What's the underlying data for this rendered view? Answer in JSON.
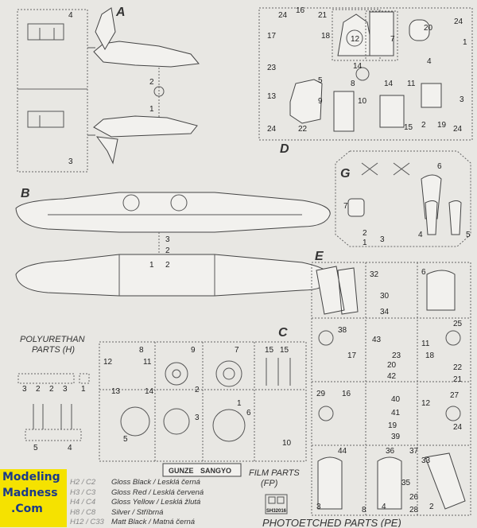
{
  "sprues": {
    "A": {
      "label": "A",
      "numbers": [
        "4",
        "3",
        "2",
        "1"
      ]
    },
    "B": {
      "label": "B",
      "numbers": [
        "3",
        "2",
        "1",
        "2"
      ]
    },
    "C": {
      "label": "C",
      "numbers": [
        "8",
        "9",
        "7",
        "15",
        "15",
        "12",
        "11",
        "13",
        "14",
        "2",
        "3",
        "5",
        "1",
        "6",
        "10"
      ]
    },
    "D": {
      "label": "D",
      "numbers": [
        "24",
        "16",
        "21",
        "17",
        "18",
        "12",
        "7",
        "20",
        "24",
        "1",
        "23",
        "4",
        "14",
        "8",
        "14",
        "11",
        "5",
        "9",
        "13",
        "10",
        "15",
        "19",
        "3",
        "24",
        "22",
        "2",
        "24"
      ]
    },
    "E": {
      "label": "E",
      "numbers": [
        "32",
        "30",
        "34",
        "6",
        "38",
        "25",
        "17",
        "23",
        "20",
        "42",
        "18",
        "11",
        "21",
        "22",
        "29",
        "16",
        "40",
        "41",
        "12",
        "27",
        "24",
        "39",
        "36",
        "37",
        "44",
        "33",
        "35",
        "26",
        "28",
        "3",
        "4",
        "8",
        "2",
        "43",
        "19"
      ]
    },
    "G": {
      "label": "G",
      "numbers": [
        "6",
        "7",
        "2",
        "1",
        "3",
        "4",
        "5"
      ]
    }
  },
  "polyurethan": {
    "title_line1": "POLYURETHAN",
    "title_line2": "PARTS (H)",
    "numbers": [
      "3",
      "2",
      "2",
      "3",
      "1",
      "5",
      "4"
    ]
  },
  "film": {
    "title_line1": "FILM PARTS",
    "title_line2": "(FP)",
    "code": "SH32016"
  },
  "photoetched_title": "PHOTOETCHED PARTS (PE)",
  "paints": [
    {
      "code": "H2 / C2",
      "name": "Gloss Black / Lesklá černá"
    },
    {
      "code": "H3 / C3",
      "name": "Gloss Red / Lesklá červená"
    },
    {
      "code": "H4 / C4",
      "name": "Gloss Yellow / Lesklá žlutá"
    },
    {
      "code": "H8 / C8",
      "name": "Silver / Stříbrná"
    },
    {
      "code": "H12 / C33",
      "name": "Matt Black / Matná černá"
    }
  ],
  "brand": {
    "line1": "GUNZE",
    "line2": "SANGYO"
  },
  "watermark": {
    "line1": "Modeling",
    "line2": "Madness",
    "line3": ".Com",
    "color": "#f5e200",
    "text_color": "#1a3a8a"
  }
}
